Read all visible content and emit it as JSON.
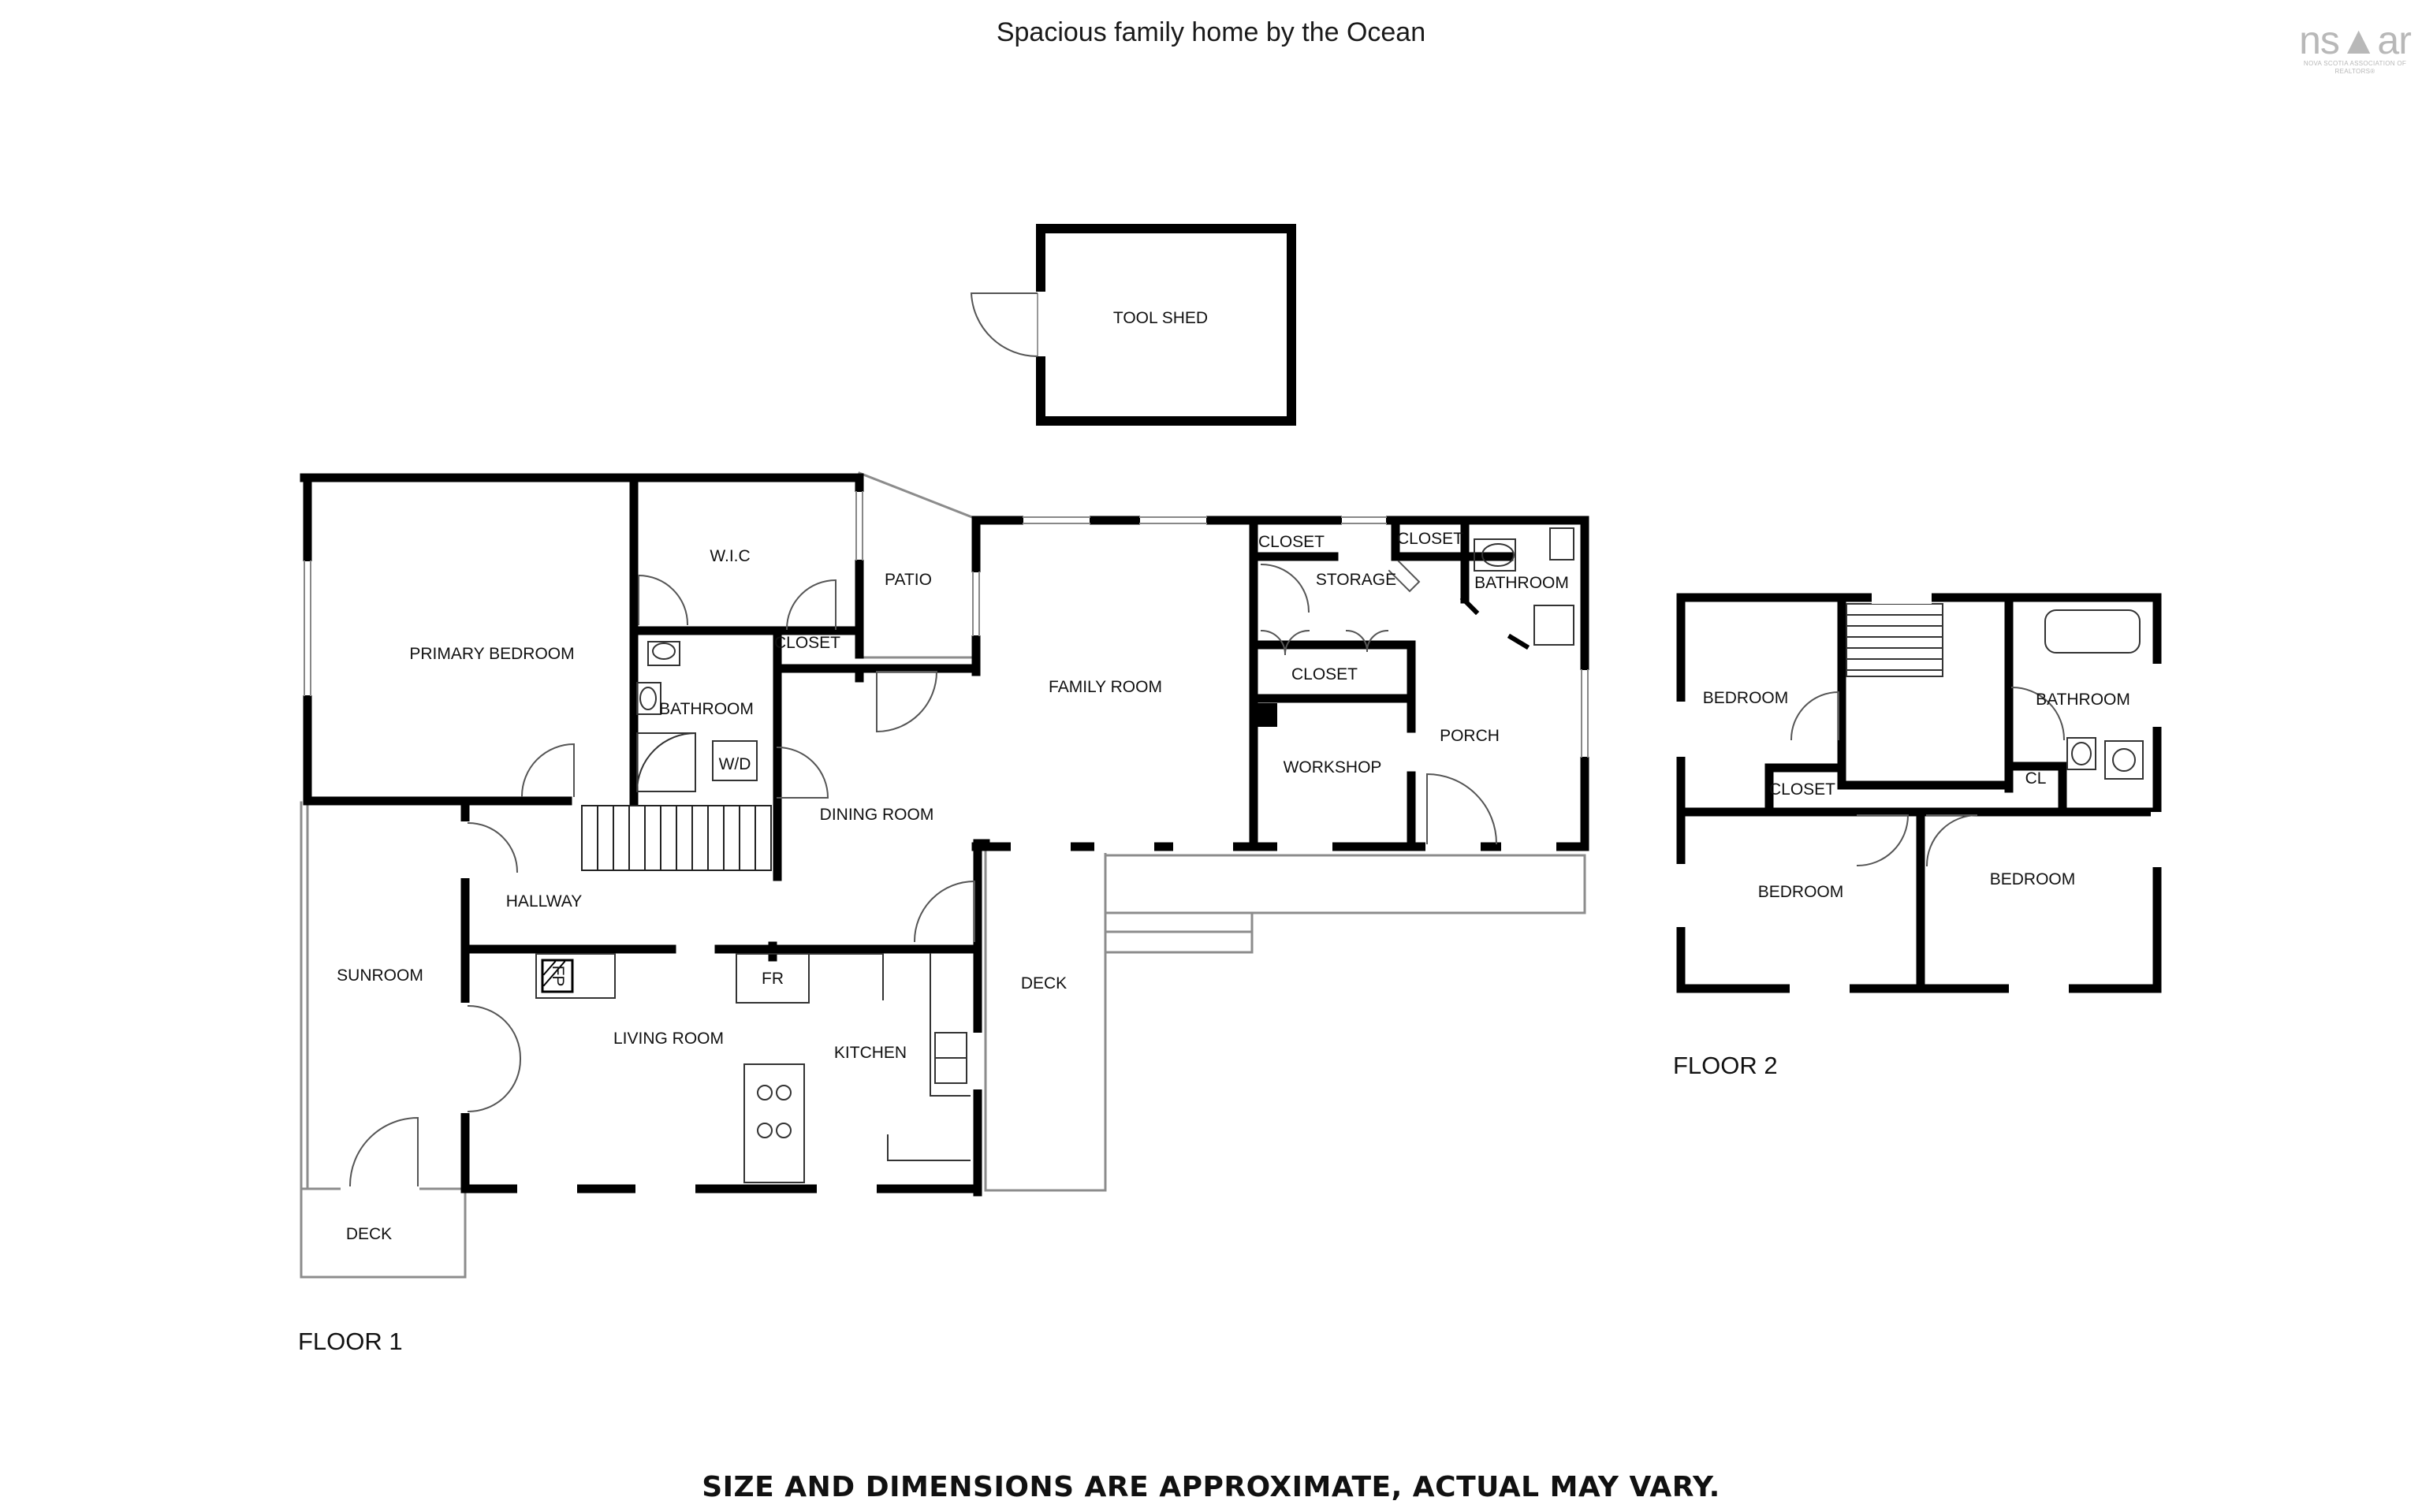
{
  "title": "Spacious family home by the Ocean",
  "footer_note": "SIZE AND DIMENSIONS ARE APPROXIMATE, ACTUAL MAY VARY.",
  "logo": {
    "word": "ns▲ar",
    "subtitle": "NOVA SCOTIA ASSOCIATION OF REALTORS®",
    "color": "#b8b8b8"
  },
  "floors": {
    "floor1": "FLOOR 1",
    "floor2": "FLOOR 2"
  },
  "outbuildings": {
    "tool_shed": "TOOL SHED"
  },
  "rooms_floor1": {
    "primary_bedroom": "PRIMARY BEDROOM",
    "wic": "W.I.C",
    "patio": "PATIO",
    "closet_wic": "CLOSET",
    "bathroom": "BATHROOM",
    "washer_dryer": "W/D",
    "dining_room": "DINING ROOM",
    "family_room": "FAMILY ROOM",
    "closet_a": "CLOSET",
    "storage": "STORAGE",
    "closet_b": "CLOSET",
    "bathroom_2": "BATHROOM",
    "closet_c": "CLOSET",
    "porch": "PORCH",
    "workshop": "WORKSHOP",
    "hallway": "HALLWAY",
    "sunroom": "SUNROOM",
    "living_room": "LIVING ROOM",
    "fireplace": "FP",
    "fridge": "FR",
    "kitchen": "KITCHEN",
    "deck_east": "DECK",
    "deck_south": "DECK"
  },
  "rooms_floor2": {
    "bedroom_nw": "BEDROOM",
    "closet": "CLOSET",
    "bathroom": "BATHROOM",
    "closet_small": "CL",
    "bedroom_sw": "BEDROOM",
    "bedroom_se": "BEDROOM"
  },
  "colors": {
    "wall": "#000000",
    "background": "#ffffff",
    "thin_line": "#9a9a9a"
  }
}
